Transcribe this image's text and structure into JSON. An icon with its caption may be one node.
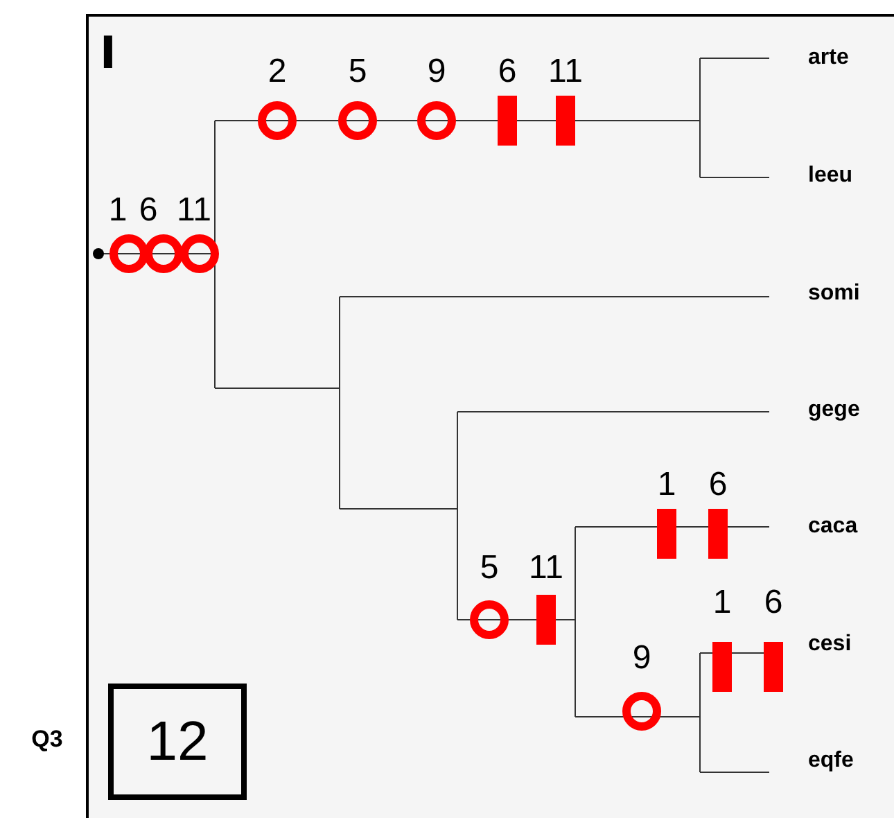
{
  "diagram": {
    "nodes": [
      {
        "text": [
          "12"
        ]
      }
    ],
    "labels": [
      "I",
      "2",
      "5",
      "9",
      "6",
      "11",
      "arte",
      "1",
      "6",
      "11",
      "leeu",
      "somi",
      "gege",
      "1",
      "6",
      "caca",
      "5",
      "11",
      "1",
      "6",
      "cesi",
      "9",
      "Q3",
      "eqfe"
    ]
  }
}
